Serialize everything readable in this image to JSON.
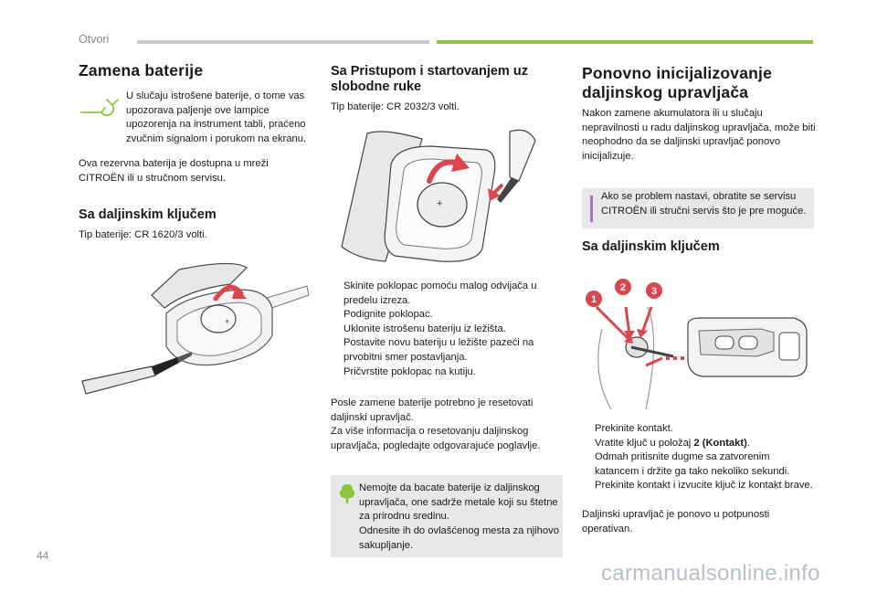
{
  "header": {
    "section": "Otvori"
  },
  "col1": {
    "title": "Zamena baterije",
    "warning_text": "U slučaju istrošene baterije, o tome vas upozorava paljenje ove lampice upozorenja na instrument tabli, praćeno zvučnim signalom i porukom na ekranu.",
    "spare_text": "Ova rezervna baterija je dostupna u mreži CITROËN ili u stručnom servisu.",
    "subtitle": "Sa daljinskim ključem",
    "battery_type": "Tip baterije: CR 1620/3 volti."
  },
  "col2": {
    "title": "Sa Pristupom i startovanjem uz slobodne ruke",
    "battery_type": "Tip baterije: CR 2032/3 volti.",
    "steps": [
      "Skinite poklopac pomoću malog odvijača u predelu izreza.",
      "Podignite poklopac.",
      "Uklonite istrošenu bateriju iz ležišta.",
      "Postavite novu bateriju u ležište pazeći na prvobitni smer postavljanja.",
      "Pričvrstite poklopac na kutiju."
    ],
    "bullet_glyph": "",
    "reset_text_1": "Posle zamene baterije potrebno je resetovati daljinski upravljač.",
    "reset_text_2": "Za više informacija o resetovanju daljinskog upravljača, pogledajte odgovarajuće poglavlje.",
    "eco_text_1": "Nemojte da bacate baterije iz daljinskog upravljača, one sadrže metale koji su štetne za prirodnu sredinu.",
    "eco_text_2": "Odnesite ih do ovlašćenog mesta za njihovo sakupljanje."
  },
  "col3": {
    "title": "Ponovno inicijalizovanje daljinskog upravljača",
    "intro": "Nakon zamene akumulatora ili u slučaju nepravilnosti u radu daljinskog upravljača, može biti neophodno da se daljinski upravljač ponovo inicijalizuje.",
    "info_text": "Ako se problem nastavi, obratite se servisu CITROËN ili stručni servis što je pre moguće.",
    "subtitle": "Sa daljinskim ključem",
    "callouts": [
      "1",
      "2",
      "3"
    ],
    "steps": [
      {
        "pre": "Prekinite kontakt.",
        "bold": "",
        "post": ""
      },
      {
        "pre": "Vratite ključ u položaj ",
        "bold": "2 (Kontakt)",
        "post": "."
      },
      {
        "pre": "Odmah pritisnite dugme sa zatvorenim katancem i držite ga tako nekoliko sekundi.",
        "bold": "",
        "post": ""
      },
      {
        "pre": "Prekinite kontakt i izvucite ključ iz kontakt brave.",
        "bold": "",
        "post": ""
      }
    ],
    "outro": "Daljinski upravljač je ponovo u potpunosti operativan."
  },
  "footer": {
    "page_number": "44",
    "watermark": "carmanualsonline.info"
  },
  "colors": {
    "accent_green": "#8cc63f",
    "callout_red": "#d9464e",
    "info_purple": "#a874b8",
    "note_bg": "#e6e8ea"
  }
}
